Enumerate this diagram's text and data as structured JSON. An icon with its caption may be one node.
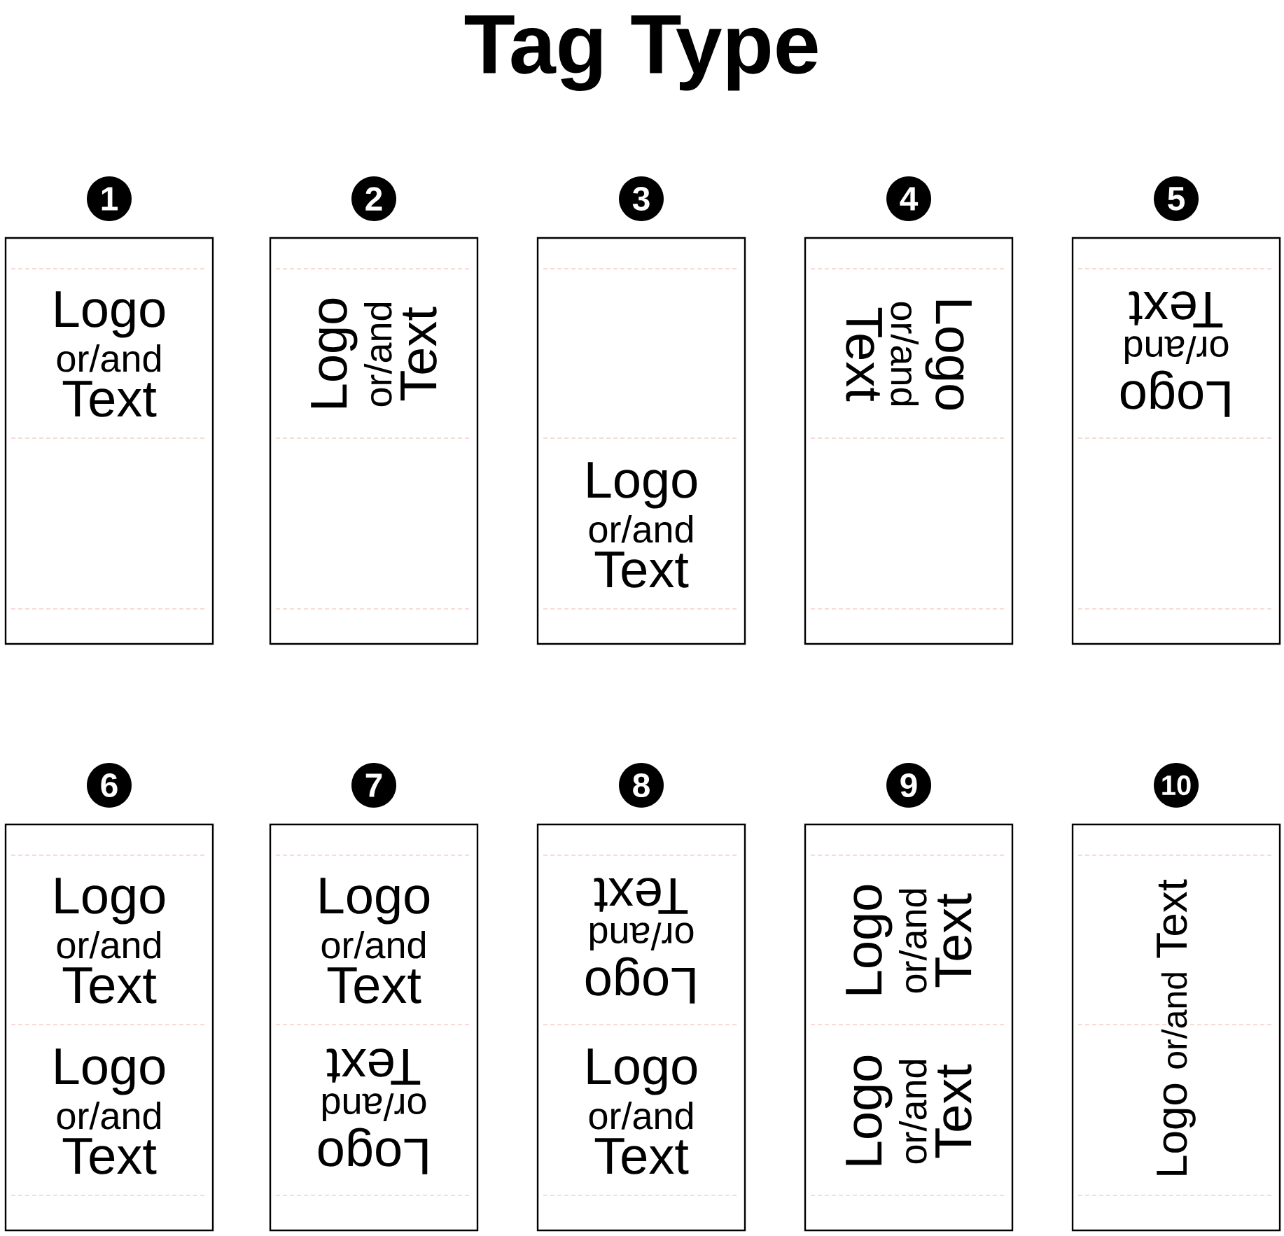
{
  "diagram": {
    "title": "Tag Type",
    "nodes": [
      {
        "text": [
          "Logo",
          "or/and",
          "Text"
        ],
        "beside": [
          "1"
        ]
      },
      {
        "text": [
          "Logo",
          "or/and",
          "Text"
        ],
        "beside": [
          "2"
        ]
      },
      {
        "text": [
          "Logo",
          "or/and",
          "Text"
        ],
        "beside": [
          "3"
        ]
      },
      {
        "text": [
          "Logo",
          "or/and",
          "Text"
        ],
        "beside": [
          "4"
        ]
      },
      {
        "text": [
          "Logo",
          "or/and",
          "Text"
        ],
        "beside": [
          "5"
        ]
      },
      {
        "text": [
          "Logo",
          "or/and",
          "Text",
          "Logo",
          "or/and",
          "Text"
        ],
        "beside": [
          "6"
        ]
      },
      {
        "text": [
          "Logo",
          "or/and",
          "Text",
          "Logo",
          "or/and",
          "Text"
        ],
        "beside": [
          "7"
        ]
      },
      {
        "text": [
          "Logo",
          "or/and",
          "Text",
          "Logo",
          "or/and",
          "Text"
        ],
        "beside": [
          "8"
        ]
      },
      {
        "text": [
          "Logo",
          "or/and",
          "Text",
          "Logo",
          "or/and",
          "Text"
        ],
        "beside": [
          "9"
        ]
      },
      {
        "text": [
          "Logo",
          "or/and",
          "Text"
        ],
        "beside": [
          "10"
        ]
      }
    ]
  }
}
